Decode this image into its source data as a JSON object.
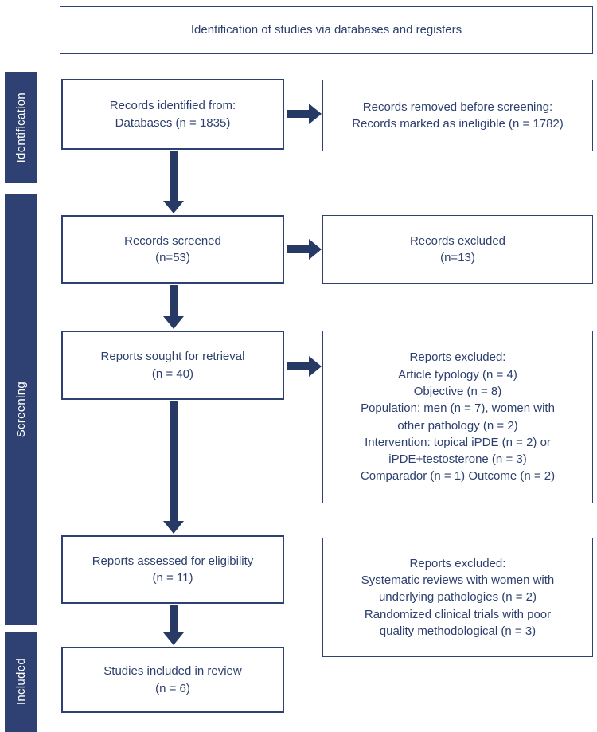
{
  "colors": {
    "navy_fill": "#2e4172",
    "arrow": "#273a66",
    "border": "#2e4172",
    "text": "#2c3f6e",
    "label_text": "#ffffff",
    "background": "#ffffff"
  },
  "header": {
    "title": "Identification of studies via databases and registers"
  },
  "sidebar": {
    "stages": [
      {
        "label": "Identification"
      },
      {
        "label": "Screening"
      },
      {
        "label": "Included"
      }
    ]
  },
  "flow": {
    "left": [
      {
        "text": "Records identified from:\nDatabases (n = 1835)"
      },
      {
        "text": "Records screened\n(n=53)"
      },
      {
        "text": "Reports sought for retrieval\n(n = 40)"
      },
      {
        "text": "Reports assessed for eligibility\n(n = 11)"
      },
      {
        "text": "Studies included in review\n(n = 6)"
      }
    ],
    "right": [
      {
        "text": "Records removed before screening:\nRecords marked as ineligible (n = 1782)"
      },
      {
        "text": "Records excluded\n(n=13)"
      },
      {
        "text": "Reports excluded:\nArticle typology (n = 4)\nObjective (n = 8)\nPopulation: men (n = 7), women with\nother pathology (n = 2)\nIntervention: topical iPDE (n = 2) or\niPDE+testosterone (n = 3)\nComparador (n = 1) Outcome (n = 2)"
      },
      {
        "text": "Reports excluded:\nSystematic reviews with women with\nunderlying pathologies (n = 2)\nRandomized clinical trials with poor\nquality methodological (n = 3)"
      }
    ]
  }
}
